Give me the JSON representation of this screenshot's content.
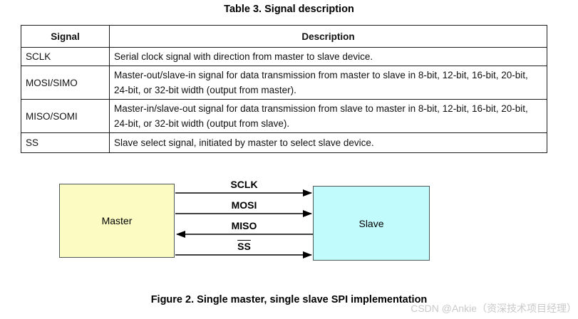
{
  "page": {
    "table_title": "Table 3. Signal description",
    "figure_caption": "Figure 2. Single master, single slave SPI implementation",
    "watermark": "CSDN @Ankie（资深技术项目经理）"
  },
  "table": {
    "headers": [
      "Signal",
      "Description"
    ],
    "rows": [
      {
        "signal": "SCLK",
        "description": "Serial clock signal with direction from master to slave device."
      },
      {
        "signal": "MOSI/SIMO",
        "description": "Master-out/slave-in signal for data transmission from master to slave in 8-bit, 12-bit, 16-bit, 20-bit, 24-bit, or 32-bit width (output from master)."
      },
      {
        "signal": "MISO/SOMI",
        "description": "Master-in/slave-out signal for data transmission from slave to master in 8-bit, 12-bit, 16-bit, 20-bit, 24-bit, or 32-bit width (output from slave)."
      },
      {
        "signal": "SS",
        "description": "Slave select signal, initiated by master to select slave device."
      }
    ]
  },
  "diagram": {
    "master_label": "Master",
    "slave_label": "Slave",
    "signals": [
      {
        "label": "SCLK",
        "direction": "master-to-slave"
      },
      {
        "label": "MOSI",
        "direction": "master-to-slave"
      },
      {
        "label": "MISO",
        "direction": "slave-to-master"
      },
      {
        "label": "SS",
        "direction": "master-to-slave",
        "overline": true
      }
    ],
    "colors": {
      "master_fill": "#FCFCC2",
      "slave_fill": "#C2FBFB",
      "line": "#000000"
    }
  }
}
